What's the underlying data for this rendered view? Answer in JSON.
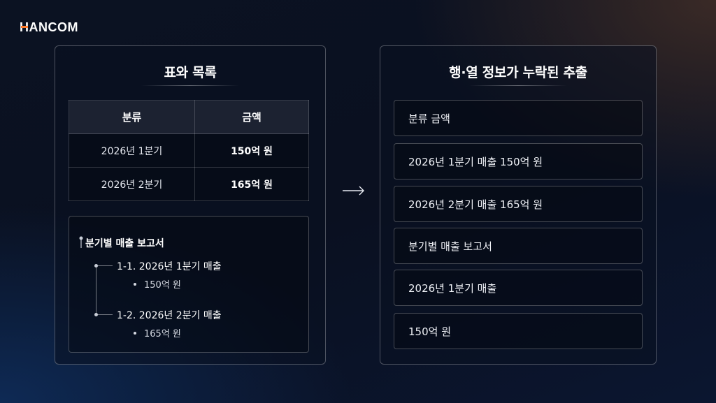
{
  "brand": {
    "logo_h": "H",
    "logo_rest": "ANCOM",
    "accent": "#ff7a2a"
  },
  "left_panel": {
    "title": "표와 목록",
    "table": {
      "headers": [
        "분류",
        "금액"
      ],
      "rows": [
        [
          "2026년 1분기",
          "150억 원"
        ],
        [
          "2026년 2분기",
          "165억 원"
        ]
      ]
    },
    "outline": {
      "heading": "분기별 매출 보고서",
      "sections": [
        {
          "title": "1-1. 2026년 1분기 매출",
          "bullet": "150억 원"
        },
        {
          "title": "1-2. 2026년 2분기 매출",
          "bullet": "165억 원"
        }
      ]
    }
  },
  "arrow_icon": "right-arrow-icon",
  "right_panel": {
    "title": "행·열 정보가 누락된 추출",
    "items": [
      "분류 금액",
      "2026년 1분기 매출 150억 원",
      "2026년 2분기 매출 165억 원",
      "분기별 매출 보고서",
      "2026년 1분기 매출",
      "150억 원"
    ]
  }
}
